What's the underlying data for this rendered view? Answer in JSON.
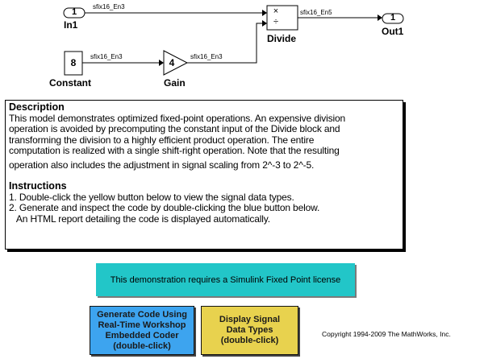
{
  "diagram": {
    "in1": {
      "port": "1",
      "label": "In1"
    },
    "constant": {
      "value": "8",
      "label": "Constant"
    },
    "gain": {
      "value": "4",
      "label": "Gain"
    },
    "divide": {
      "label": "Divide",
      "mult_symbol": "×",
      "div_symbol": "÷"
    },
    "out1": {
      "port": "1",
      "label": "Out1"
    },
    "signals": {
      "in1_to_divide": "sfix16_En3",
      "constant_to_gain": "sfix16_En3",
      "gain_to_divide": "sfix16_En3",
      "divide_to_out1": "sfix16_En5"
    }
  },
  "description": {
    "heading": "Description",
    "line1": "This model demonstrates optimized fixed-point operations. An expensive division",
    "line2": "operation is avoided by precomputing the constant input of the Divide block and",
    "line3": "transforming the division to a highly efficient product operation.  The entire",
    "line4": "computation is realized with a single shift-right operation.  Note that the resulting",
    "line5": "operation also includes the adjustment in signal scaling from 2^-3 to 2^-5.",
    "instructions_heading": "Instructions",
    "instr1": "1. Double-click the yellow button below to view the signal data types.",
    "instr2": "2. Generate and inspect the code by double-clicking the blue button below.",
    "instr3": "   An HTML report detailing the code is displayed automatically."
  },
  "license_notice": "This demonstration requires a Simulink Fixed Point license",
  "generate_button": {
    "line1": "Generate Code Using",
    "line2": "Real-Time Workshop",
    "line3": "Embedded Coder",
    "line4": "(double-click)",
    "color": "#3da4ef"
  },
  "display_button": {
    "line1": "Display Signal",
    "line2": "Data Types",
    "line3": "(double-click)",
    "color": "#e8d24e"
  },
  "copyright": "Copyright 1994-2009 The MathWorks, Inc."
}
